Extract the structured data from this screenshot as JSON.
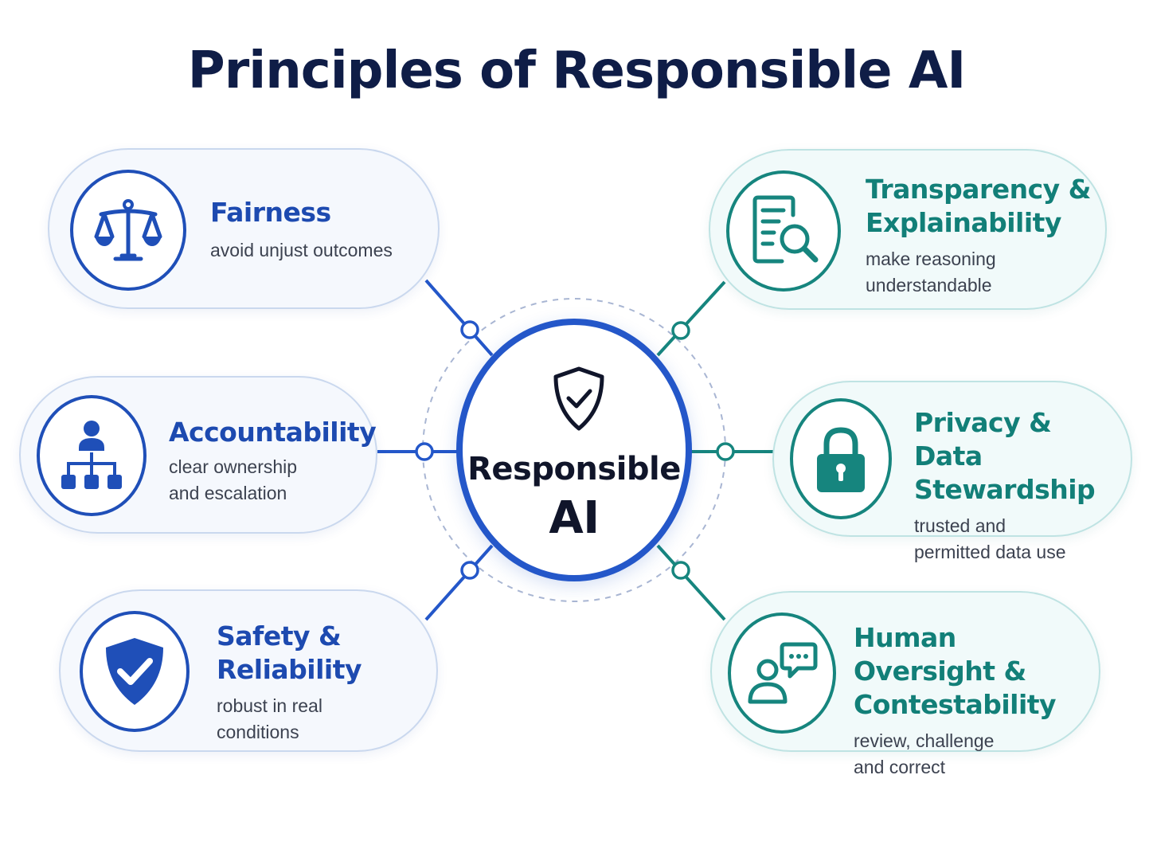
{
  "title": "Principles of Responsible AI",
  "center": {
    "line1": "Responsible",
    "line2": "AI",
    "icon": "shield-check-icon"
  },
  "colors": {
    "blue": "#1f4fb8",
    "teal": "#16857e",
    "navy": "#0f1d47"
  },
  "principles": [
    {
      "title": "Fairness",
      "desc": [
        "avoid unjust outcomes"
      ],
      "icon": "scales-icon",
      "color": "blue"
    },
    {
      "title": "Accountability",
      "desc": [
        "clear ownership",
        "and escalation"
      ],
      "icon": "org-chart-icon",
      "color": "blue"
    },
    {
      "title": [
        "Safety &",
        "Reliability"
      ],
      "desc": [
        "robust in real",
        "conditions"
      ],
      "icon": "shield-check-icon",
      "color": "blue"
    },
    {
      "title": [
        "Transparency &",
        "Explainability"
      ],
      "desc": [
        "make reasoning",
        "understandable"
      ],
      "icon": "document-search-icon",
      "color": "teal"
    },
    {
      "title": [
        "Privacy &",
        "Data Stewardship"
      ],
      "desc": [
        "trusted and",
        "permitted data use"
      ],
      "icon": "lock-icon",
      "color": "teal"
    },
    {
      "title": [
        "Human Oversight &",
        "Contestability"
      ],
      "desc": [
        "review, challenge",
        "and correct"
      ],
      "icon": "person-chat-icon",
      "color": "teal"
    }
  ]
}
